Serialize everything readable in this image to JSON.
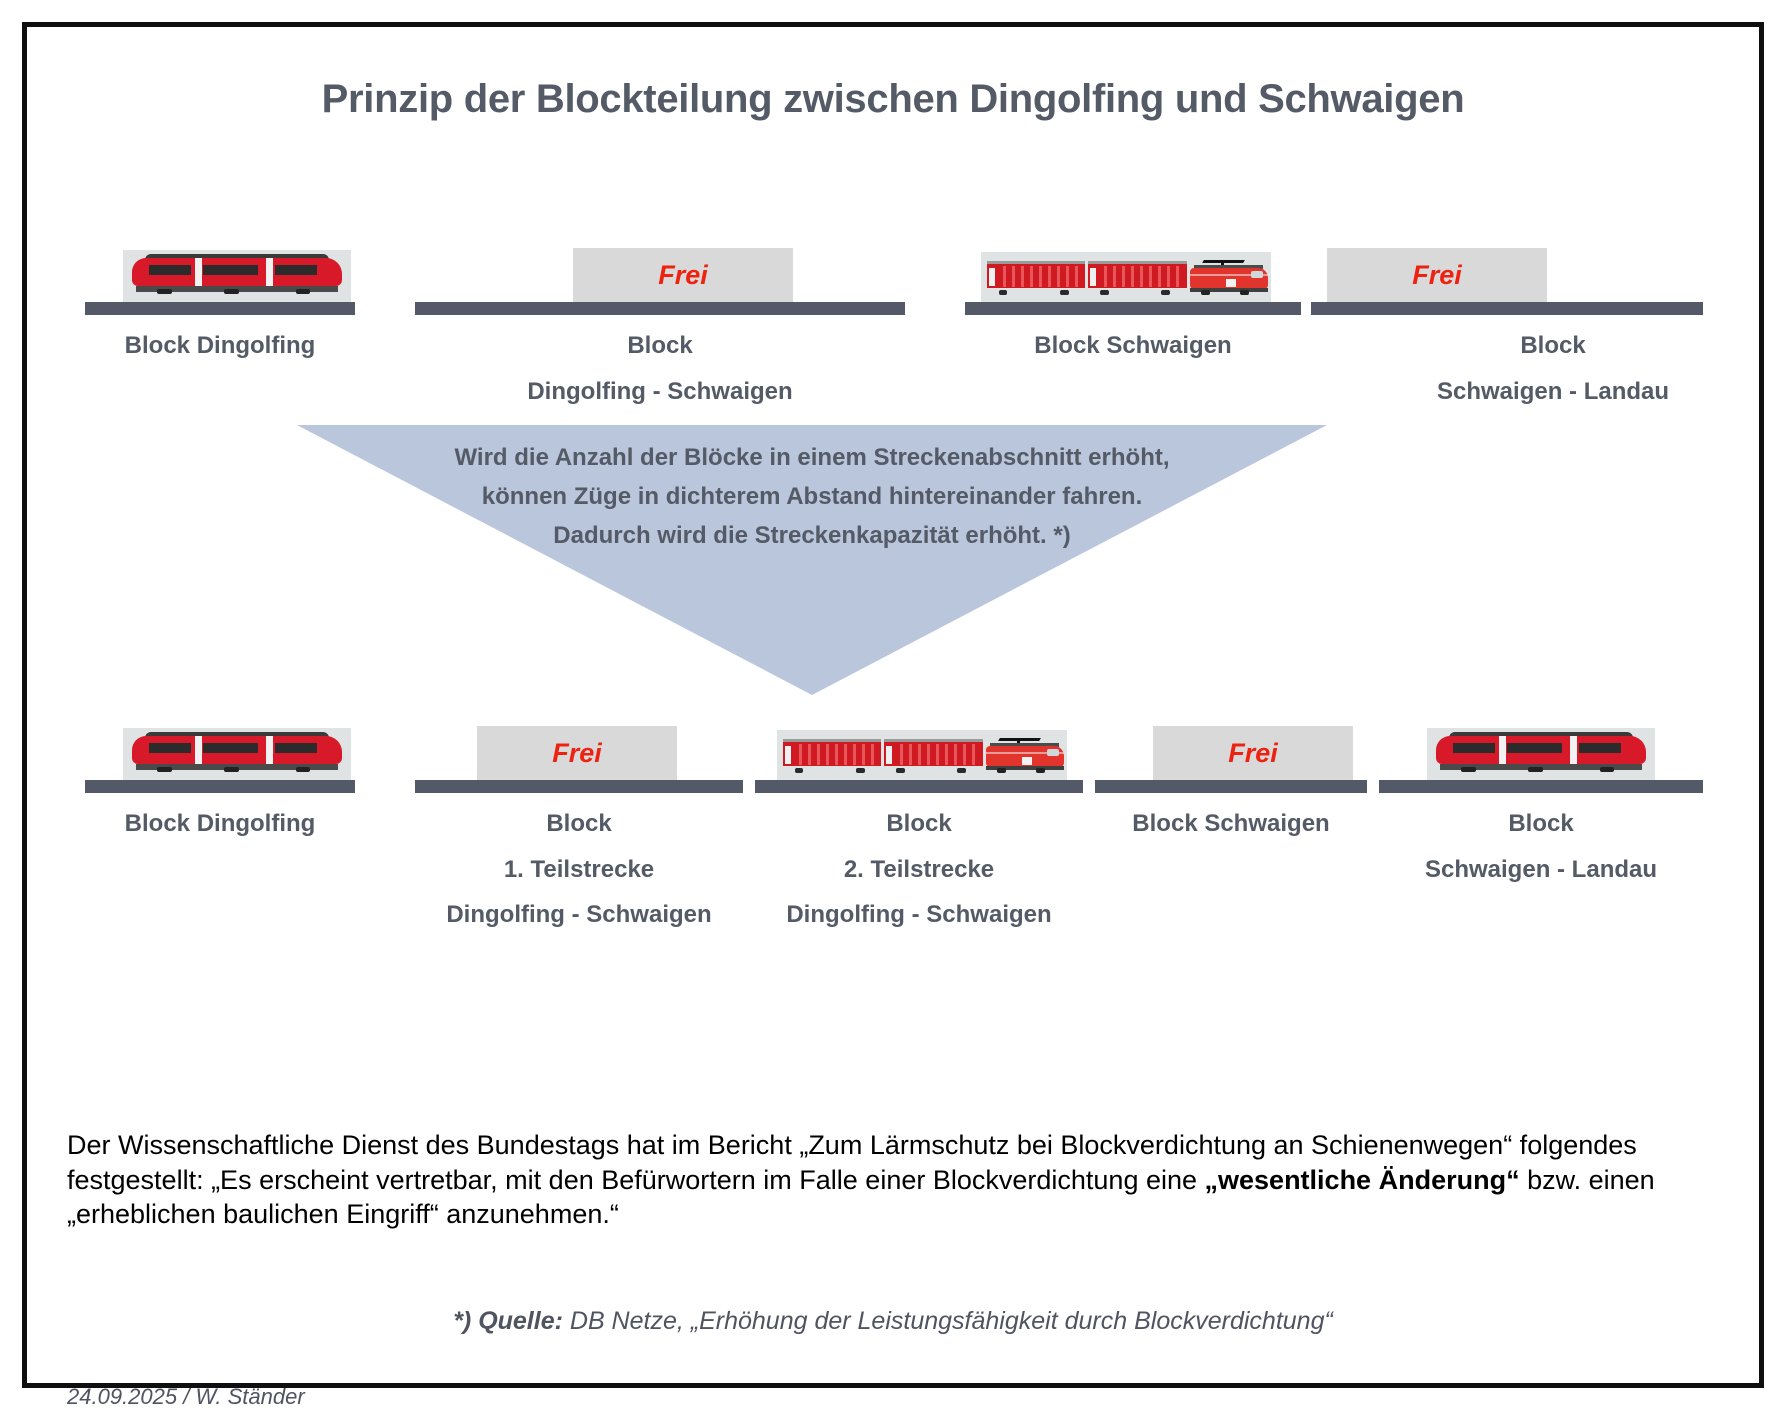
{
  "slide": {
    "title": "Prinzip der Blockteilung zwischen Dingolfing und Schwaigen",
    "colors": {
      "title_gray": "#545a66",
      "rail_gray": "#535966",
      "free_box": "#d9d9d9",
      "frei_red": "#ee2211",
      "triangle_blue": "#b9c6db",
      "border": "#0f0f0f"
    }
  },
  "top_row": {
    "blocks": [
      {
        "label_lines": [
          "Block Dingolfing"
        ],
        "state": "occupied",
        "train": "regional-dmu",
        "free_label": ""
      },
      {
        "label_lines": [
          "Block",
          "Dingolfing - Schwaigen"
        ],
        "state": "free",
        "train": "",
        "free_label": "Frei"
      },
      {
        "label_lines": [
          "Block Schwaigen"
        ],
        "state": "occupied",
        "train": "freight",
        "free_label": ""
      },
      {
        "label_lines": [
          "Block",
          "Schwaigen - Landau"
        ],
        "state": "free",
        "train": "",
        "free_label": "Frei"
      }
    ]
  },
  "bottom_row": {
    "blocks": [
      {
        "label_lines": [
          "Block Dingolfing"
        ],
        "state": "occupied",
        "train": "regional-dmu",
        "free_label": ""
      },
      {
        "label_lines": [
          "Block",
          "1. Teilstrecke",
          "Dingolfing - Schwaigen"
        ],
        "state": "free",
        "train": "",
        "free_label": "Frei"
      },
      {
        "label_lines": [
          "Block",
          "2. Teilstrecke",
          "Dingolfing - Schwaigen"
        ],
        "state": "occupied",
        "train": "freight",
        "free_label": ""
      },
      {
        "label_lines": [
          "Block Schwaigen"
        ],
        "state": "free",
        "train": "",
        "free_label": "Frei"
      },
      {
        "label_lines": [
          "Block",
          "Schwaigen - Landau"
        ],
        "state": "occupied",
        "train": "regional-dmu",
        "free_label": ""
      }
    ]
  },
  "arrow": {
    "lines": [
      "Wird die Anzahl der Blöcke in einem Streckenabschnitt erhöht,",
      "können Züge in dichterem Abstand hintereinander fahren.",
      "Dadurch wird die Streckenkapazität erhöht. *)"
    ]
  },
  "paragraph": {
    "part1": "Der Wissenschaftliche Dienst des Bundestags hat im Bericht „Zum Lärmschutz bei Blockverdichtung an Schienenwegen“ folgendes festgestellt: „Es erscheint vertretbar, mit den Befürwortern im Falle einer Blockverdichtung eine ",
    "bold1": "„wesentliche Änderung“",
    "part2": " bzw. einen „erheblichen baulichen Eingriff“ anzunehmen.“"
  },
  "source": {
    "prefix": "*) Quelle:",
    "text": " DB Netze, „Erhöhung der Leistungsfähigkeit durch Blockverdichtung“"
  },
  "footer": {
    "text": "24.09.2025 / W. Ständer"
  }
}
